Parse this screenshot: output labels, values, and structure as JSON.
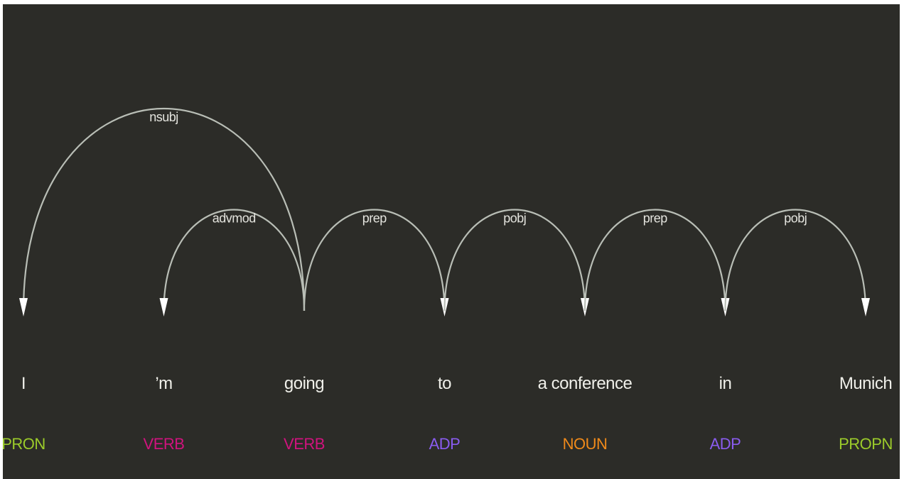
{
  "colors": {
    "background": "#2c2c28",
    "arc": "#b9beb6",
    "arrow": "#ffffff",
    "word": "#f0f0ea",
    "label": "#e4e4de"
  },
  "tokens": [
    {
      "text": "I",
      "tag": "PRON",
      "tag_color": "#9ccc2a"
    },
    {
      "text": "’m",
      "tag": "VERB",
      "tag_color": "#d0137e"
    },
    {
      "text": "going",
      "tag": "VERB",
      "tag_color": "#d0137e"
    },
    {
      "text": "to",
      "tag": "ADP",
      "tag_color": "#8a5cf0"
    },
    {
      "text": "a conference",
      "tag": "NOUN",
      "tag_color": "#f08a1a"
    },
    {
      "text": "in",
      "tag": "ADP",
      "tag_color": "#8a5cf0"
    },
    {
      "text": "Munich",
      "tag": "PROPN",
      "tag_color": "#9ccc2a"
    }
  ],
  "arcs": [
    {
      "label": "nsubj",
      "head": 2,
      "dependent": 0
    },
    {
      "label": "advmod",
      "head": 2,
      "dependent": 1
    },
    {
      "label": "prep",
      "head": 2,
      "dependent": 3
    },
    {
      "label": "pobj",
      "head": 3,
      "dependent": 4
    },
    {
      "label": "prep",
      "head": 4,
      "dependent": 5
    },
    {
      "label": "pobj",
      "head": 5,
      "dependent": 6
    }
  ]
}
